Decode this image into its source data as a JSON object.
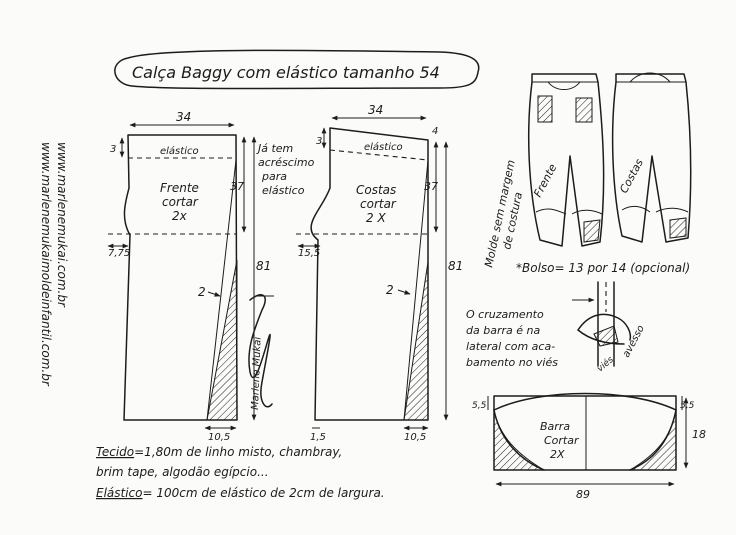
{
  "title": "Calça Baggy com elástico tamanho 54",
  "website_1": "www.marlenemukai.com.br",
  "website_2": "www.marlenemukaimoldeinfantil.com.br",
  "signature": "Marlene Mukai",
  "front": {
    "label_1": "Frente",
    "label_2": "cortar",
    "label_3": "2x",
    "elastic": "elástico",
    "width": "34",
    "height_top": "37",
    "height_total": "81",
    "waist": "3",
    "crotch": "7,75",
    "hem": "10,5",
    "seam_no": "2"
  },
  "note_extra": [
    "Já tem",
    "acréscimo",
    "para",
    "elástico"
  ],
  "back": {
    "label_1": "Costas",
    "label_2": "cortar",
    "label_3": "2 X",
    "elastic": "elástico",
    "width": "34",
    "height_top": "37",
    "height_total": "81",
    "waist": "3",
    "waist_rise": "4",
    "crotch": "15,5",
    "hem": "10,5",
    "hem_left": "1,5",
    "seam_no": "2"
  },
  "no_margin": [
    "Molde sem margem",
    "de costura"
  ],
  "preview": {
    "front": "Frente",
    "back": "Costas"
  },
  "pocket": "*Bolso= 13 por 14 (opcional)",
  "crossing_note": [
    "O cruzamento",
    "da barra é na",
    "lateral com aca-",
    "bamento no viés"
  ],
  "detail": {
    "reverse": "avesso",
    "bias": "viés"
  },
  "barra": {
    "label_1": "Barra",
    "label_2": "Cortar",
    "label_3": "2X",
    "width": "89",
    "height": "18",
    "side_left": "5,5",
    "side_right": "5,5"
  },
  "materials_1_key": "Tecido",
  "materials_1_val": "=1,80m de linho misto, chambray,",
  "materials_2": "brim tape, algodão egípcio...",
  "materials_3_key": "Elástico",
  "materials_3_val": "= 100cm de elástico de 2cm de largura."
}
